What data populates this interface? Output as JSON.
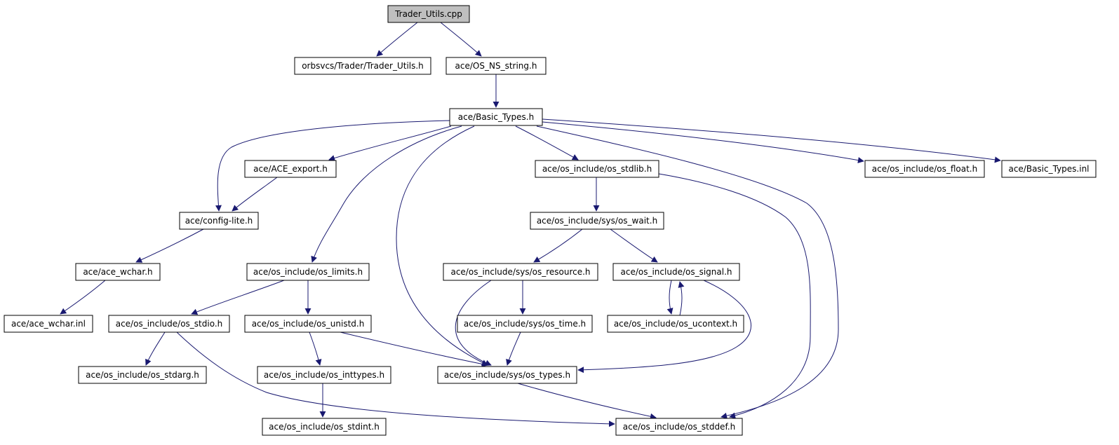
{
  "diagram": {
    "type": "include-dependency-graph",
    "colors": {
      "edge": "#191970",
      "root_fill": "#bfbfbf",
      "node_fill": "#ffffff",
      "node_border": "#000000"
    },
    "nodes": [
      {
        "id": "trader_utils_cpp",
        "label": "Trader_Utils.cpp",
        "root": true
      },
      {
        "id": "orbsvcs_trader_utils_h",
        "label": "orbsvcs/Trader/Trader_Utils.h"
      },
      {
        "id": "os_ns_string_h",
        "label": "ace/OS_NS_string.h"
      },
      {
        "id": "basic_types_h",
        "label": "ace/Basic_Types.h"
      },
      {
        "id": "ace_export_h",
        "label": "ace/ACE_export.h"
      },
      {
        "id": "os_stdlib_h",
        "label": "ace/os_include/os_stdlib.h"
      },
      {
        "id": "os_float_h",
        "label": "ace/os_include/os_float.h"
      },
      {
        "id": "basic_types_inl",
        "label": "ace/Basic_Types.inl"
      },
      {
        "id": "config_lite_h",
        "label": "ace/config-lite.h"
      },
      {
        "id": "os_wait_h",
        "label": "ace/os_include/sys/os_wait.h"
      },
      {
        "id": "ace_wchar_h",
        "label": "ace/ace_wchar.h"
      },
      {
        "id": "os_limits_h",
        "label": "ace/os_include/os_limits.h"
      },
      {
        "id": "os_resource_h",
        "label": "ace/os_include/sys/os_resource.h"
      },
      {
        "id": "os_signal_h",
        "label": "ace/os_include/os_signal.h"
      },
      {
        "id": "ace_wchar_inl",
        "label": "ace/ace_wchar.inl"
      },
      {
        "id": "os_stdio_h",
        "label": "ace/os_include/os_stdio.h"
      },
      {
        "id": "os_unistd_h",
        "label": "ace/os_include/os_unistd.h"
      },
      {
        "id": "os_time_h",
        "label": "ace/os_include/sys/os_time.h"
      },
      {
        "id": "os_ucontext_h",
        "label": "ace/os_include/os_ucontext.h"
      },
      {
        "id": "os_stdarg_h",
        "label": "ace/os_include/os_stdarg.h"
      },
      {
        "id": "os_inttypes_h",
        "label": "ace/os_include/os_inttypes.h"
      },
      {
        "id": "os_types_h",
        "label": "ace/os_include/sys/os_types.h"
      },
      {
        "id": "os_stdint_h",
        "label": "ace/os_include/os_stdint.h"
      },
      {
        "id": "os_stddef_h",
        "label": "ace/os_include/os_stddef.h"
      }
    ],
    "edges": [
      [
        "trader_utils_cpp",
        "orbsvcs_trader_utils_h"
      ],
      [
        "trader_utils_cpp",
        "os_ns_string_h"
      ],
      [
        "os_ns_string_h",
        "basic_types_h"
      ],
      [
        "basic_types_h",
        "config_lite_h"
      ],
      [
        "basic_types_h",
        "ace_export_h"
      ],
      [
        "basic_types_h",
        "os_limits_h"
      ],
      [
        "basic_types_h",
        "os_types_h"
      ],
      [
        "basic_types_h",
        "os_stdlib_h"
      ],
      [
        "basic_types_h",
        "os_stddef_h"
      ],
      [
        "basic_types_h",
        "os_float_h"
      ],
      [
        "basic_types_h",
        "basic_types_inl"
      ],
      [
        "ace_export_h",
        "config_lite_h"
      ],
      [
        "config_lite_h",
        "ace_wchar_h"
      ],
      [
        "ace_wchar_h",
        "ace_wchar_inl"
      ],
      [
        "os_stdlib_h",
        "os_wait_h"
      ],
      [
        "os_stdlib_h",
        "os_stddef_h"
      ],
      [
        "os_wait_h",
        "os_resource_h"
      ],
      [
        "os_wait_h",
        "os_signal_h"
      ],
      [
        "os_limits_h",
        "os_stdio_h"
      ],
      [
        "os_limits_h",
        "os_unistd_h"
      ],
      [
        "os_resource_h",
        "os_time_h"
      ],
      [
        "os_resource_h",
        "os_types_h"
      ],
      [
        "os_signal_h",
        "os_ucontext_h"
      ],
      [
        "os_ucontext_h",
        "os_signal_h"
      ],
      [
        "os_signal_h",
        "os_types_h"
      ],
      [
        "os_stdio_h",
        "os_stdarg_h"
      ],
      [
        "os_stdio_h",
        "os_stddef_h"
      ],
      [
        "os_unistd_h",
        "os_inttypes_h"
      ],
      [
        "os_unistd_h",
        "os_types_h"
      ],
      [
        "os_time_h",
        "os_types_h"
      ],
      [
        "os_inttypes_h",
        "os_stdint_h"
      ],
      [
        "os_types_h",
        "os_stddef_h"
      ]
    ]
  }
}
